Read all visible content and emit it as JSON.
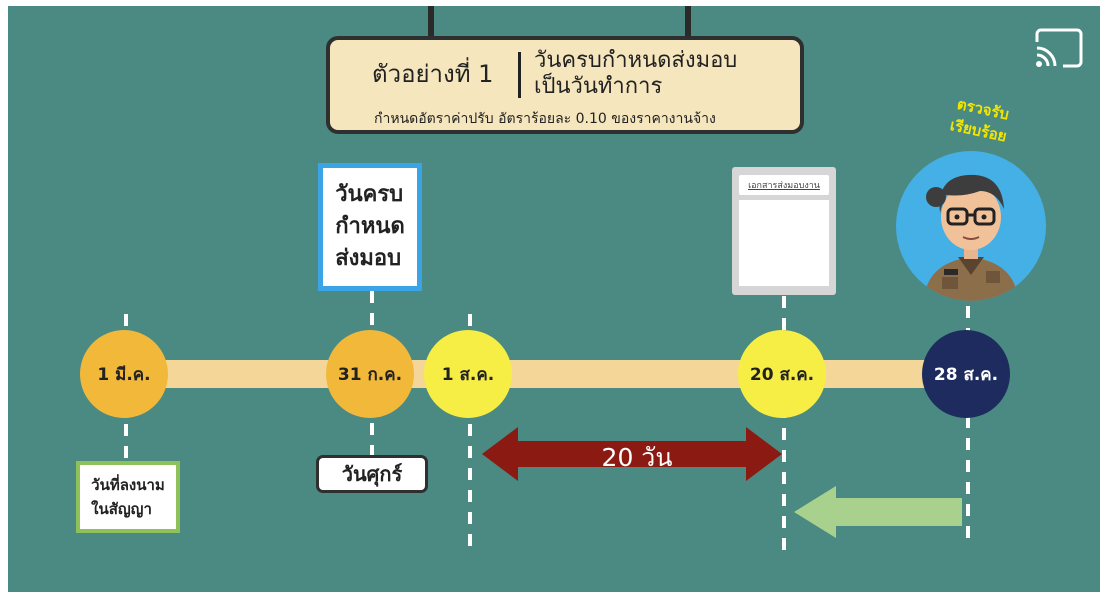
{
  "title_box": {
    "example": "ตัวอย่างที่ 1",
    "heading_line1": "วันครบกำหนดส่งมอบ",
    "heading_line2": "เป็นวันทำการ",
    "subtitle": "กำหนดอัตราค่าปรับ อัตราร้อยละ 0.10 ของราคางานจ้าง"
  },
  "deadline_card": {
    "line1": "วันครบ",
    "line2": "กำหนด",
    "line3": "ส่งมอบ"
  },
  "document": {
    "label": "เอกสารส่งมอบงาน"
  },
  "inspection": {
    "line1": "ตรวจรับ",
    "line2": "เรียบร้อย"
  },
  "timeline": [
    {
      "label": "1 มี.ค.",
      "color": "#f2b83a",
      "text_color": "#222222"
    },
    {
      "label": "31 ก.ค.",
      "color": "#f2b83a",
      "text_color": "#222222"
    },
    {
      "label": "1 ส.ค.",
      "color": "#f7ee45",
      "text_color": "#222222"
    },
    {
      "label": "20 ส.ค.",
      "color": "#f7ee45",
      "text_color": "#222222"
    },
    {
      "label": "28 ส.ค.",
      "color": "#1d2b5e",
      "text_color": "#ffffff"
    }
  ],
  "contract_signed": {
    "line1": "วันที่ลงนาม",
    "line2": "ในสัญญา"
  },
  "weekday": "วันศุกร์",
  "duration": "20 วัน",
  "colors": {
    "background": "#4a8a82",
    "band": "#f5d699",
    "duration_arrow": "#8b1a12",
    "back_arrow": "#a9d18e",
    "deadline_border": "#3aa4e6",
    "signed_border": "#8ec15a"
  },
  "icons": {
    "cast": "cast-icon"
  }
}
